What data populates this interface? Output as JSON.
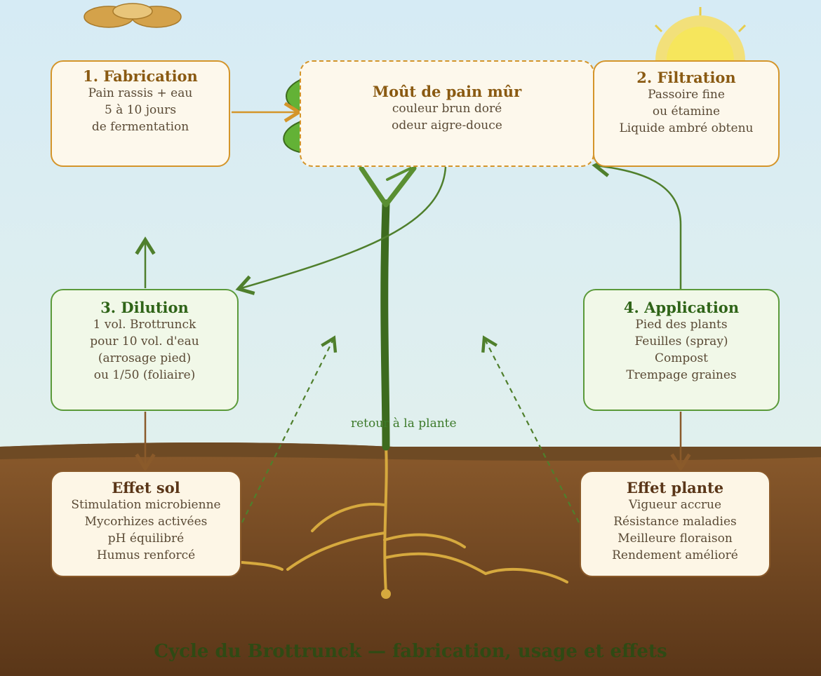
{
  "boxes": {
    "fabrication": {
      "title": "1. Fabrication",
      "lines": [
        "Pain rassis + eau",
        "5 à 10 jours",
        "de fermentation"
      ]
    },
    "mout": {
      "title": "Moût de pain mûr",
      "lines": [
        "couleur brun doré",
        "odeur aigre-douce"
      ]
    },
    "filtration": {
      "title": "2. Filtration",
      "lines": [
        "Passoire fine",
        "ou étamine",
        "Liquide ambré obtenu"
      ]
    },
    "dilution": {
      "title": "3. Dilution",
      "lines": [
        "1 vol. Brottrunck",
        "pour 10 vol. d'eau",
        "(arrosage pied)",
        "ou 1/50 (foliaire)"
      ]
    },
    "application": {
      "title": "4. Application",
      "lines": [
        "Pied des plants",
        "Feuilles (spray)",
        "Compost",
        "Trempage graines"
      ]
    },
    "effet_sol": {
      "title": "Effet sol",
      "lines": [
        "Stimulation microbienne",
        "Mycorhizes activées",
        "pH équilibré",
        "Humus renforcé"
      ]
    },
    "effet_plante": {
      "title": "Effet plante",
      "lines": [
        "Vigueur accrue",
        "Résistance maladies",
        "Meilleure floraison",
        "Rendement amélioré"
      ]
    }
  },
  "labels": {
    "retour": "retour à la plante",
    "caption": "Cycle du Brottrunck — fabrication, usage et effets"
  },
  "colors": {
    "sky_top": "#d6ebf5",
    "sky_bottom": "#e6f2ea",
    "soil": "#7a5128",
    "soil_dark": "#5e3a1c",
    "stem": "#3d6b1e",
    "root": "#d6a93e",
    "sun": "#f5e05a",
    "bread": "#d4a24a",
    "leaf": "#63b236",
    "arrow_green": "#4f7f2c",
    "arrow_orange": "#d4952a",
    "arrow_brown": "#8a5a2a"
  }
}
